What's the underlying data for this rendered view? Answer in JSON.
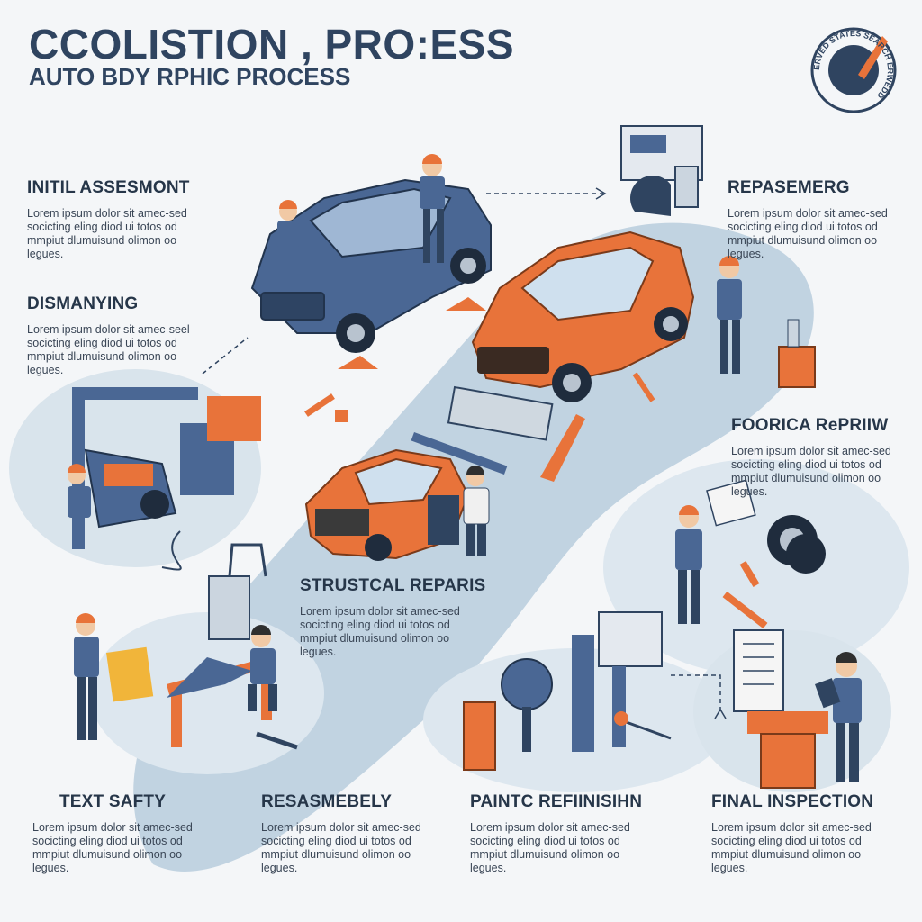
{
  "header": {
    "title": "CCOLISTION , PRO:ESS",
    "subtitle": "AUTO BDY RPHIC PROCESS"
  },
  "seal": {
    "text": "ERVED STATES SEARCH ERWEDD"
  },
  "steps": [
    {
      "title": "INITIL ASSESMONT",
      "body": "Lorem ipsum dolor sit amec-sed socicting eling diod ui totos od mmpiut dlumuisund olimon oo legues."
    },
    {
      "title": "DISMANYING",
      "body": "Lorem ipsum dolor sit amec-seel socicting eling diod ui totos od mmpiut dlumuisund olimon oo legues."
    },
    {
      "title": "REPASEMERG",
      "body": "Lorem ipsum dolor sit amec-sed socicting eling diod ui totos od mmpiut dlumuisund olimon oo legues."
    },
    {
      "title": "FOORICA RePRIIW",
      "body": "Lorem ipsum dolor sit amec-sed socicting eling diod ui totos od mmpiut dlumuisund olimon oo legues."
    },
    {
      "title": "STRUSTCAL REPARIS",
      "body": "Lorem ipsum dolor sit amec-sed socicting eling diod ui totos od mmpiut dlumuisund olimon oo legues."
    },
    {
      "title": "TEXT SAFTY",
      "body": "Lorem ipsum dolor sit amec-sed socicting eling diod ui totos od mmpiut dlumuisund olimon oo legues."
    },
    {
      "title": "RESASMEBELY",
      "body": "Lorem ipsum dolor sit amec-sed socicting eling diod ui totos od mmpiut dlumuisund olimon oo legues."
    },
    {
      "title": "PAINTC REFIINISIHN",
      "body": "Lorem ipsum dolor sit amec-sed socicting eling diod ui totos od mmpiut dlumuisund olimon oo legues."
    },
    {
      "title": "FINAL INSPECTION",
      "body": "Lorem ipsum dolor sit amec-sed socicting eling diod ui totos od mmpiut dlumuisund olimon oo legues."
    }
  ],
  "colors": {
    "navy": "#2f4460",
    "blue_car": "#4a6794",
    "orange": "#e8733a",
    "path": "#b7cddd",
    "bg": "#f4f6f8"
  }
}
